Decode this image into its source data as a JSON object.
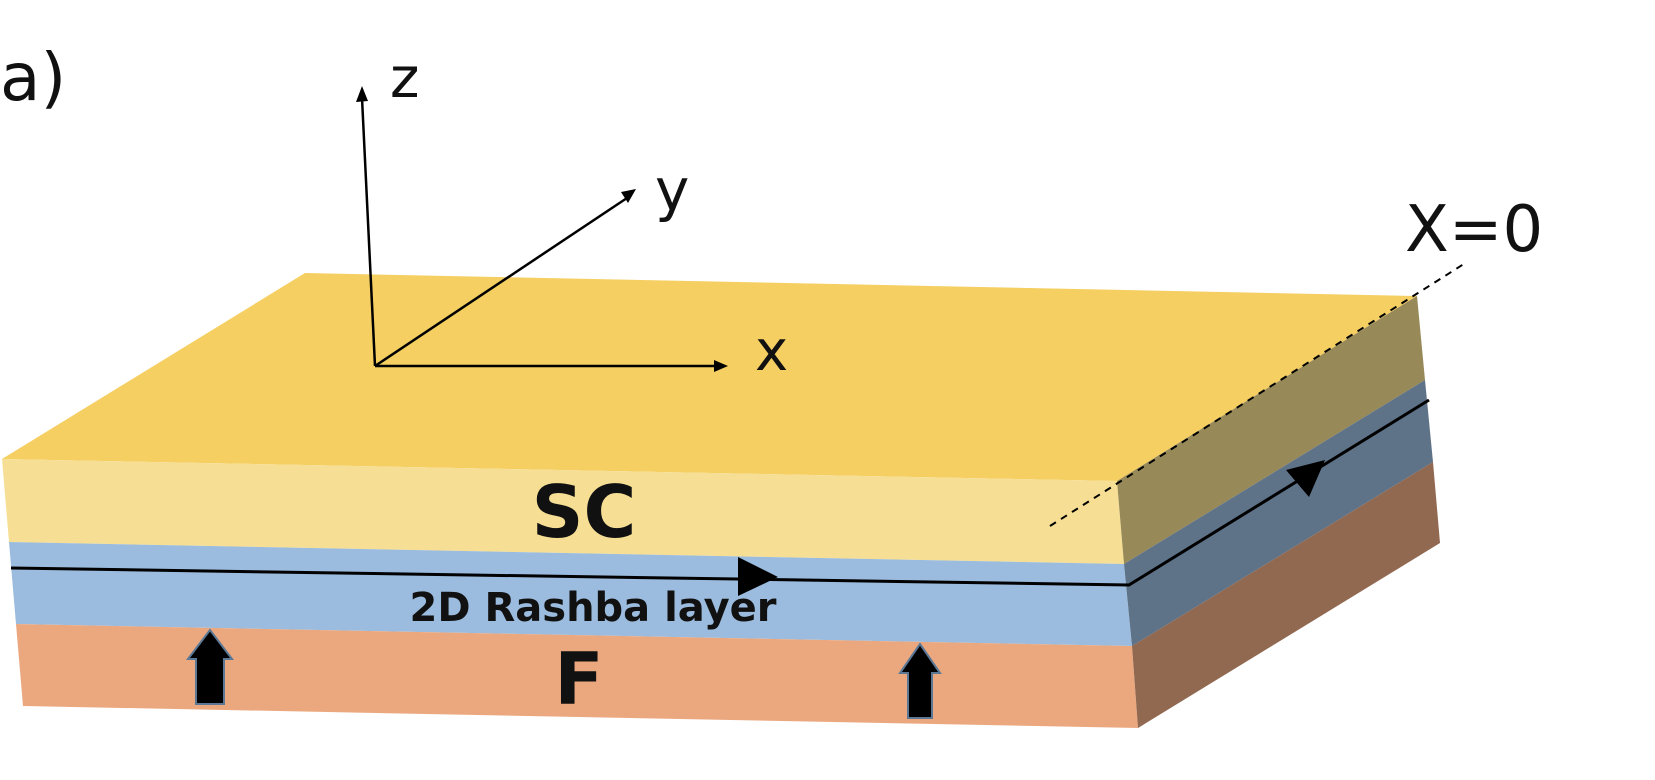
{
  "panel_label": "a)",
  "axes": {
    "z_label": "z",
    "y_label": "y",
    "x_label": "x"
  },
  "boundary_label": "X=0",
  "layers": {
    "sc_label": "SC",
    "rashba_label": "2D Rashba layer",
    "f_label": "F"
  },
  "colors": {
    "sc_top": "#F5CF61",
    "sc_front": "#F6DF94",
    "sc_side": "#978958",
    "rashba_front": "#9BBCDE",
    "rashba_side": "#5E7288",
    "f_front": "#EBA87F",
    "f_side": "#916850",
    "lines": "#000000"
  },
  "icons": {
    "edge_state_arrows": "triangle-arrow-icon",
    "magnetization_arrows": "up-arrow-icon"
  }
}
